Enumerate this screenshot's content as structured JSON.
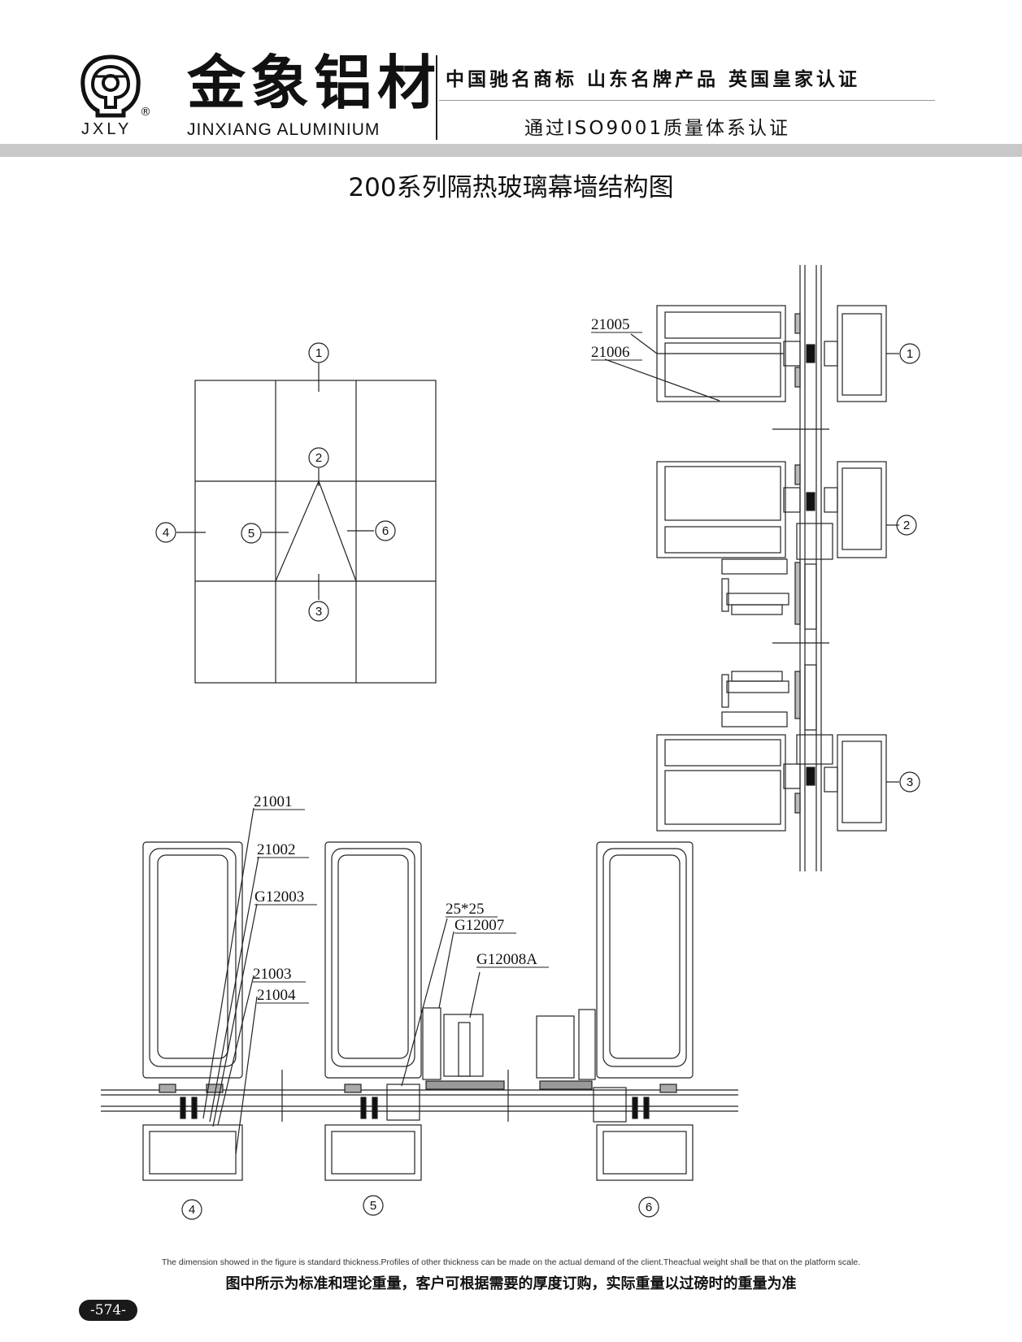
{
  "header": {
    "brand_abbr": "JXLY",
    "brand_cn": "金象铝材",
    "brand_en": "JINXIANG ALUMINIUM",
    "registered_mark": "®",
    "slogan_line1": "中国驰名商标   山东名牌产品   英国皇家认证",
    "slogan_line2": "通过ISO9001质量体系认证",
    "logo_icon": "elephant-logo-icon"
  },
  "title": "200系列隔热玻璃幕墙结构图",
  "elevation": {
    "markers": [
      "1",
      "2",
      "3",
      "4",
      "5",
      "6"
    ]
  },
  "vertical_section": {
    "markers": [
      "1",
      "2",
      "3"
    ],
    "part_labels": [
      "21005",
      "21006"
    ]
  },
  "horizontal_section": {
    "markers": [
      "4",
      "5",
      "6"
    ],
    "part_labels": [
      "21001",
      "21002",
      "G12003",
      "21003",
      "21004",
      "25*25",
      "G12007",
      "G12008A"
    ]
  },
  "footer": {
    "note_en": "The dimension showed in the figure is standard thickness.Profiles of other thickness can be made on the actual demand of the client.Theacfual weight shall be that on the platform scale.",
    "note_cn": "图中所示为标准和理论重量，客户可根据需要的厚度订购，实际重量以过磅时的重量为准",
    "page_number": "-574-"
  }
}
